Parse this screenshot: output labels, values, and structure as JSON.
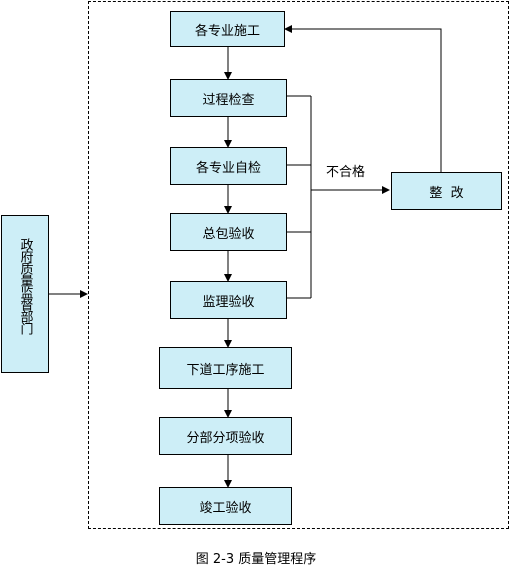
{
  "diagram": {
    "steps": [
      "各专业施工",
      "过程检查",
      "各专业自检",
      "总包验收",
      "监理验收",
      "下道工序施工",
      "分部分项验收",
      "竣工验收"
    ],
    "rectify": "整  改",
    "unqualified": "不合格",
    "gov_dept": "政府质量监督部门"
  },
  "caption": "图 2-3  质量管理程序"
}
